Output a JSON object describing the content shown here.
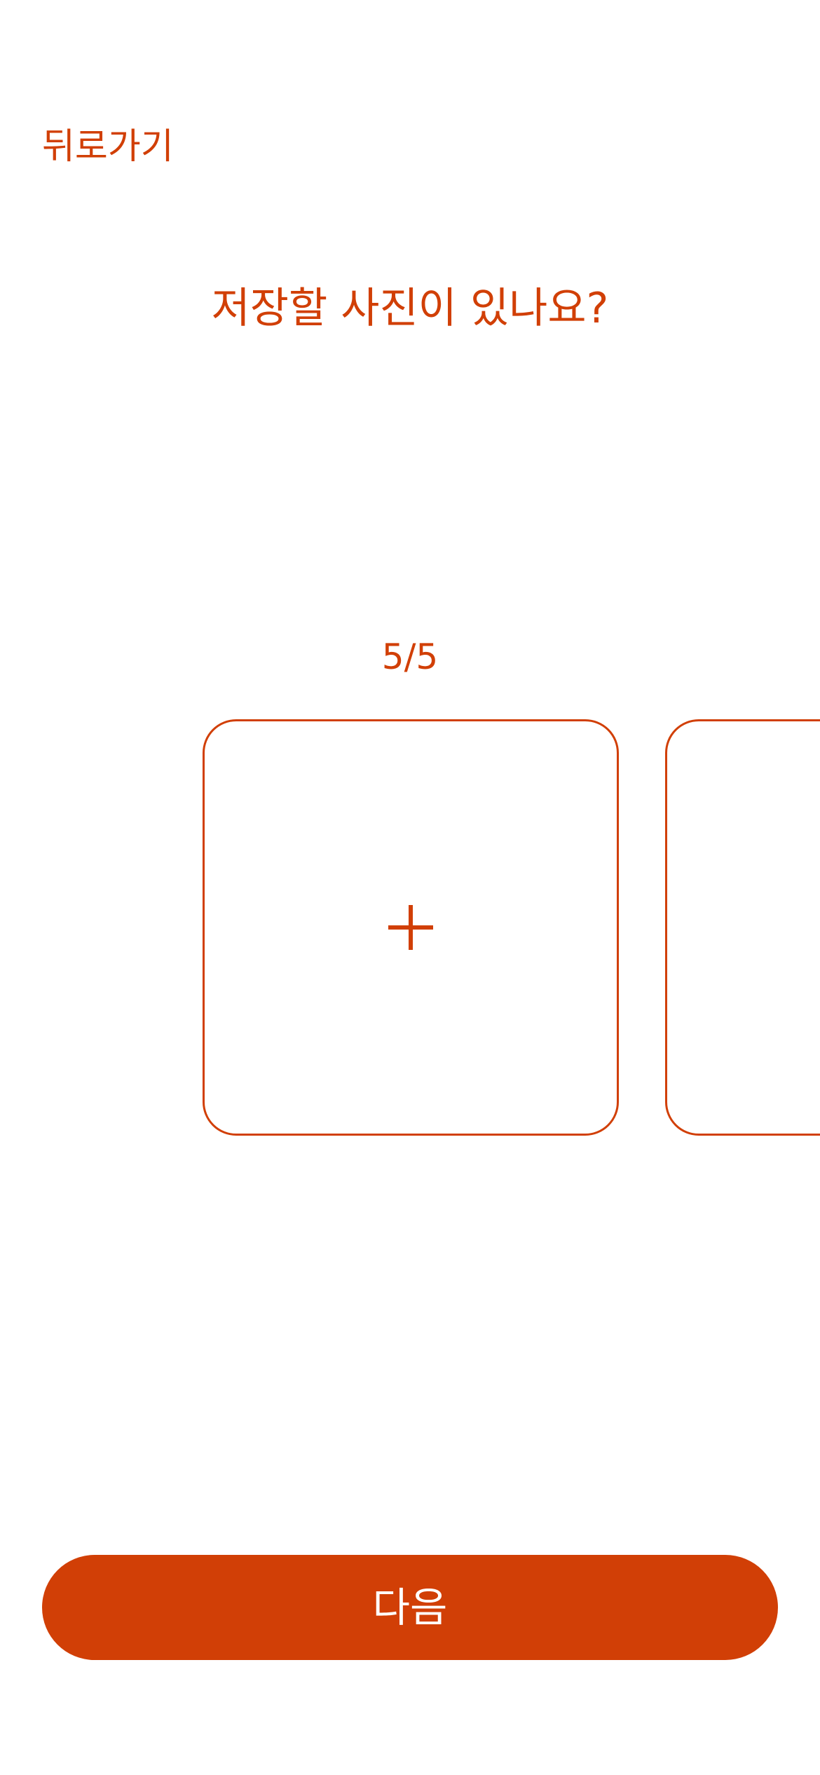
{
  "header": {
    "back_label": "뒤로가기"
  },
  "main": {
    "title": "저장할 사진이 있나요?",
    "counter": "5/5",
    "add_icon": "plus-icon"
  },
  "footer": {
    "next_label": "다음"
  },
  "colors": {
    "accent": "#D13F06",
    "background": "#FFFFFF",
    "button_text": "#FFFFFF"
  }
}
